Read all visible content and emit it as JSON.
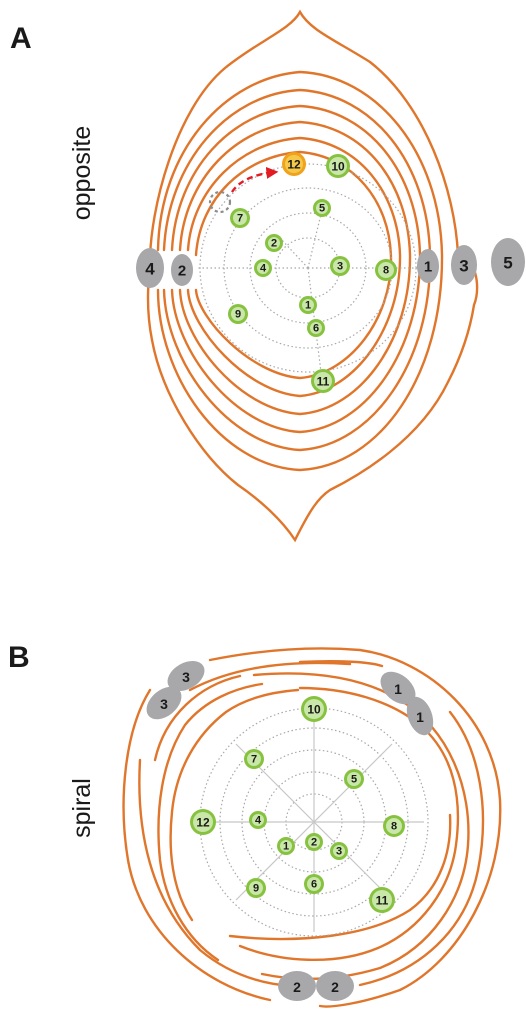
{
  "panels": [
    {
      "letter": "A",
      "label": "opposite",
      "primordia": [
        {
          "n": "1",
          "highlight": false
        },
        {
          "n": "2",
          "highlight": false
        },
        {
          "n": "3",
          "highlight": false
        },
        {
          "n": "4",
          "highlight": false
        },
        {
          "n": "5",
          "highlight": false
        },
        {
          "n": "6",
          "highlight": false
        },
        {
          "n": "7",
          "highlight": false
        },
        {
          "n": "8",
          "highlight": false
        },
        {
          "n": "9",
          "highlight": false
        },
        {
          "n": "10",
          "highlight": false
        },
        {
          "n": "11",
          "highlight": false
        },
        {
          "n": "12",
          "highlight": true
        }
      ],
      "leaves": [
        "4",
        "2",
        "1",
        "3",
        "5"
      ]
    },
    {
      "letter": "B",
      "label": "spiral",
      "primordia": [
        {
          "n": "10",
          "highlight": false
        },
        {
          "n": "7",
          "highlight": false
        },
        {
          "n": "2",
          "highlight": false
        },
        {
          "n": "5",
          "highlight": false
        },
        {
          "n": "12",
          "highlight": false
        },
        {
          "n": "4",
          "highlight": false
        },
        {
          "n": "8",
          "highlight": false
        },
        {
          "n": "1",
          "highlight": false
        },
        {
          "n": "3",
          "highlight": false
        },
        {
          "n": "6",
          "highlight": false
        },
        {
          "n": "9",
          "highlight": false
        },
        {
          "n": "11",
          "highlight": false
        }
      ],
      "leaves": [
        "3",
        "3",
        "1",
        "1",
        "2",
        "2"
      ]
    }
  ],
  "colors": {
    "contour": "#e0762b",
    "primordium_ring": "#86c23f",
    "primordium_core": "#c9e7a8",
    "primordium_highlight_ring": "#f0a21c",
    "primordium_highlight_core": "#f6c84a",
    "leaf": "#a8a8aa",
    "arrow": "#e31b23"
  }
}
